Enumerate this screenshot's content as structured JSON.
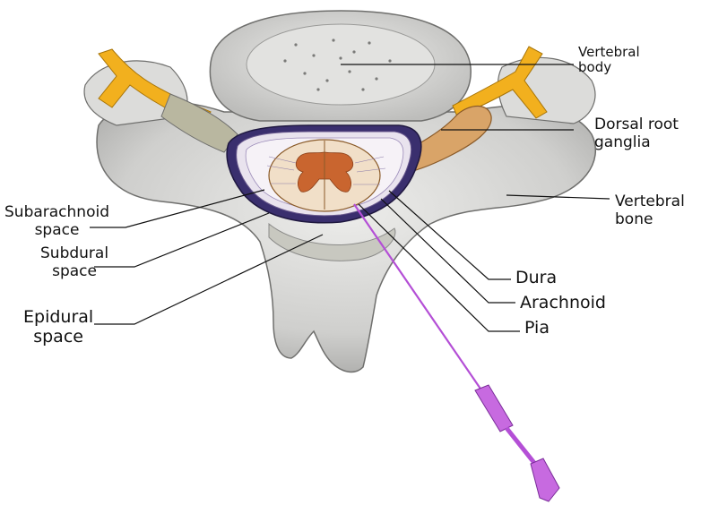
{
  "labels": {
    "vertebral_body": "Vertebral\nbody",
    "dorsal_root_ganglia": "Dorsal root\nganglia",
    "vertebral_bone": "Vertebral\nbone",
    "subarachnoid_space": "Subarachnoid\nspace",
    "subdural_space": "Subdural\nspace",
    "epidural_space": "Epidural\nspace",
    "dura": "Dura",
    "arachnoid": "Arachnoid",
    "pia": "Pia"
  },
  "colors": {
    "bone": "#d8d8d6",
    "bone_shadow": "#9a9a98",
    "nerve": "#f2b01e",
    "ganglion": "#d9a468",
    "white_matter": "#f1dfc8",
    "grey_matter": "#c9652f",
    "dura": "#3a2f6e",
    "needle": "#b44fd6"
  }
}
